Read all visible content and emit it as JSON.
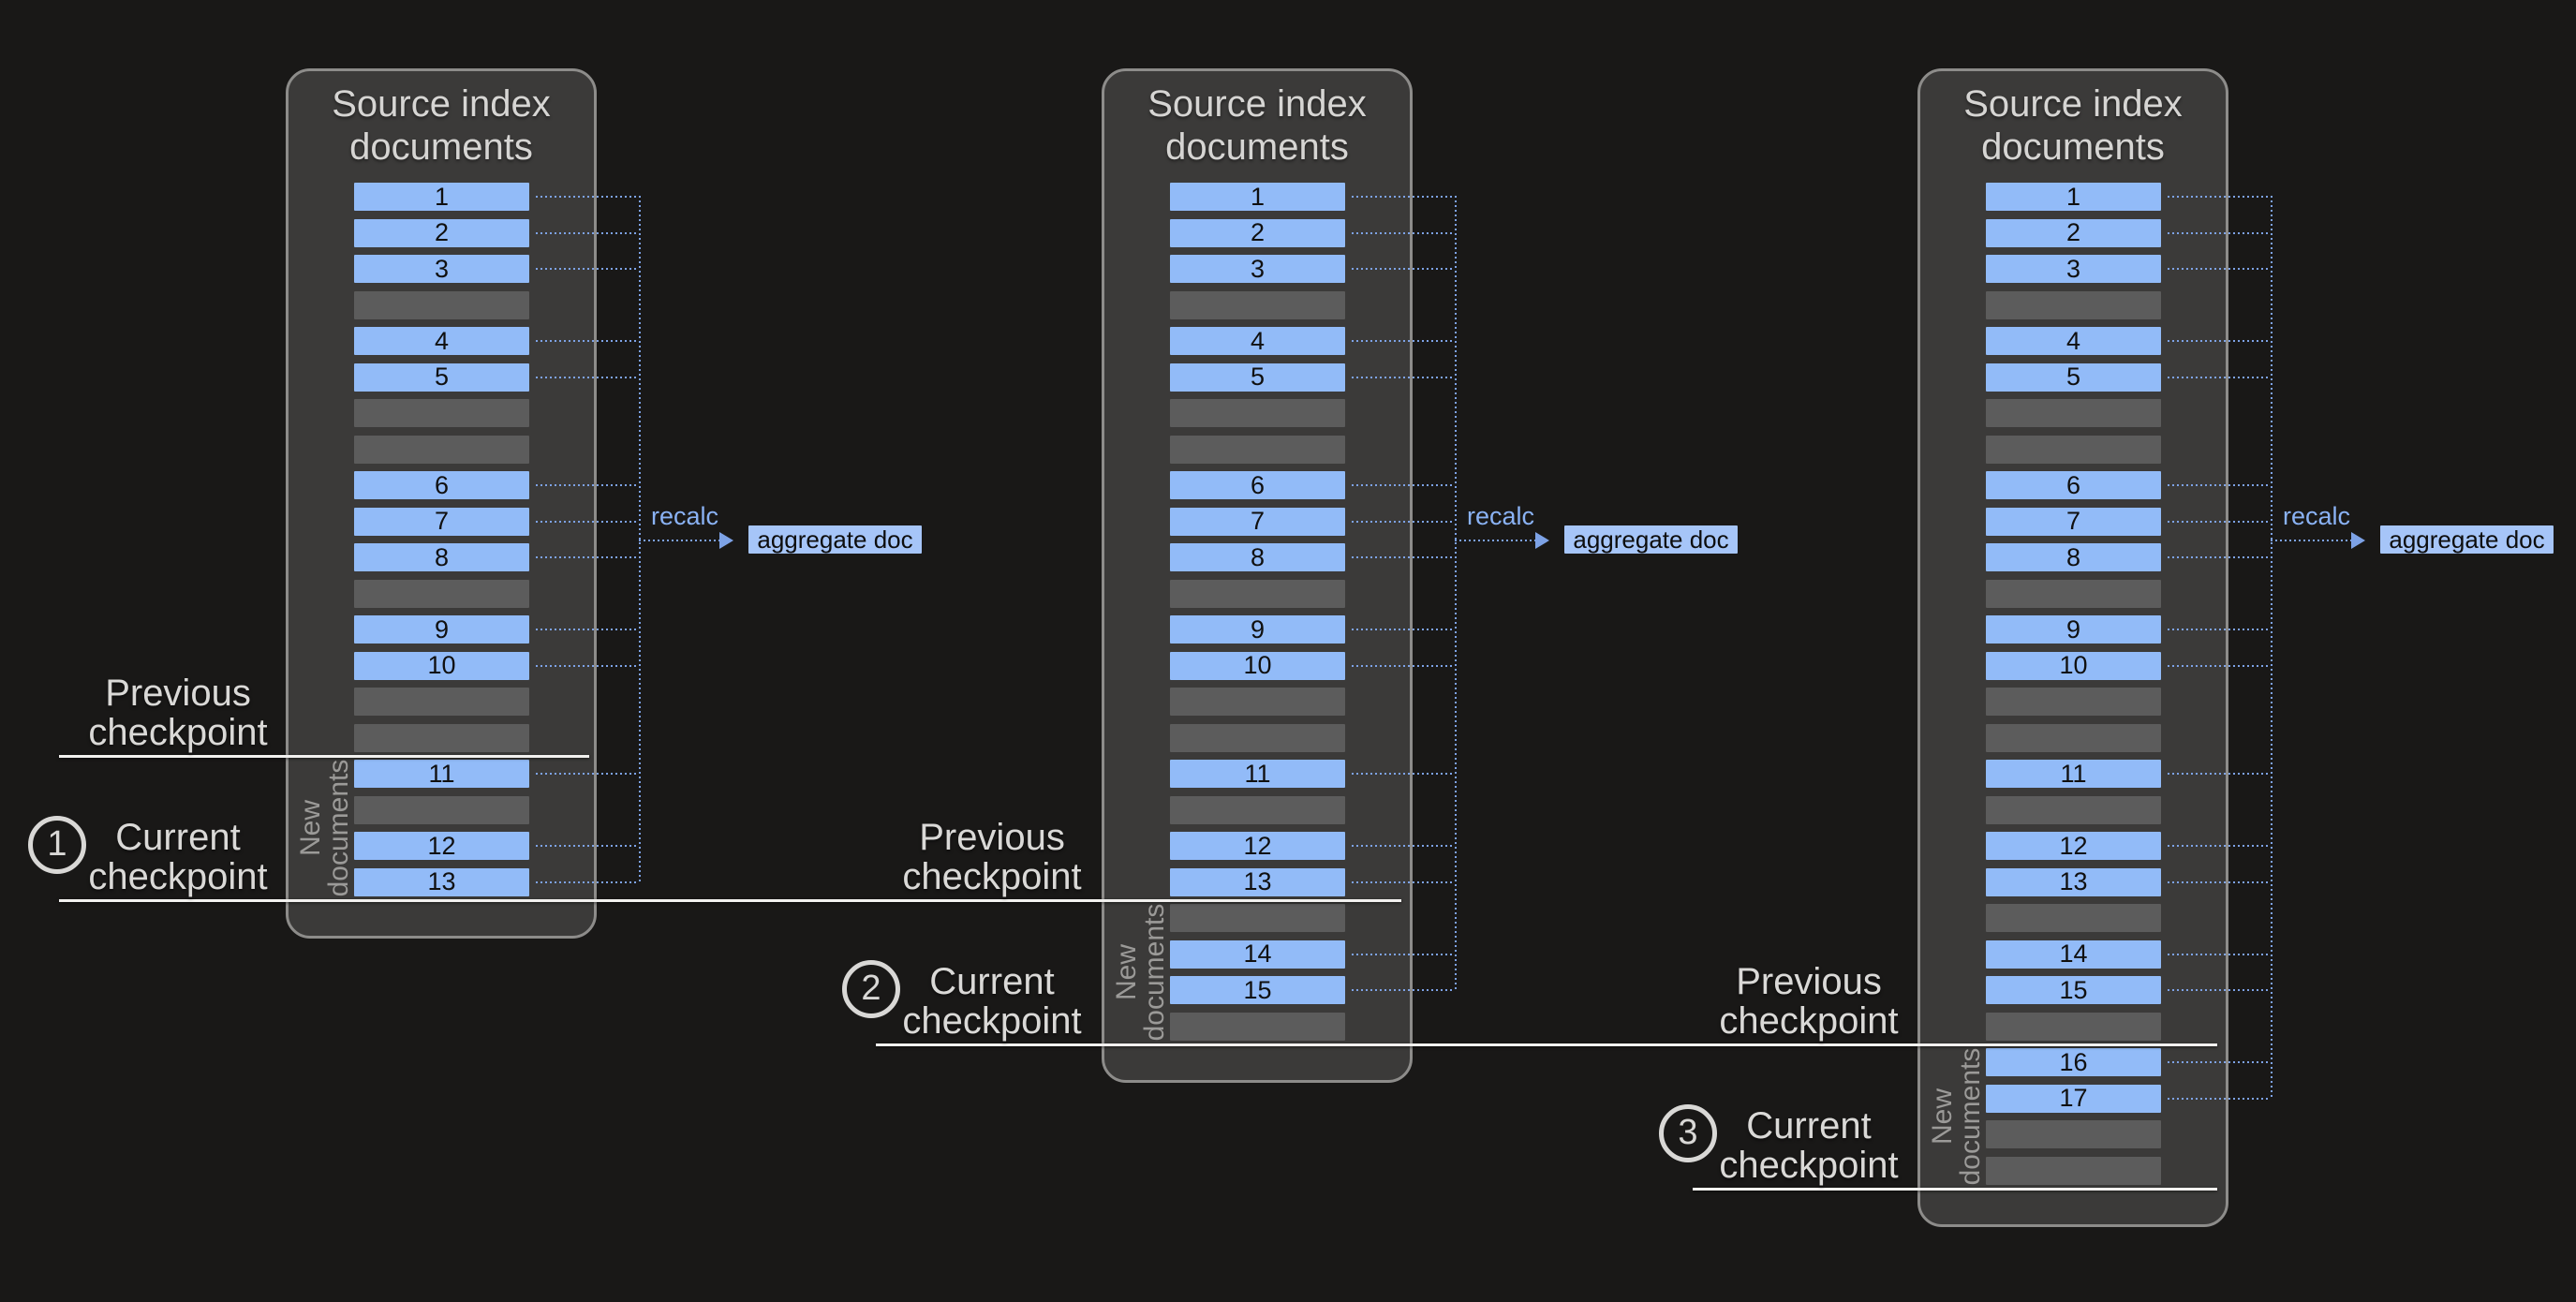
{
  "diagram": {
    "title_lines": [
      "Source index",
      "documents"
    ],
    "recalc_label": "recalc",
    "aggregate_label": "aggregate doc",
    "new_documents_lines": [
      "New",
      "documents"
    ],
    "previous_checkpoint_lines": [
      "Previous",
      "checkpoint"
    ],
    "current_checkpoint_lines": [
      "Current",
      "checkpoint"
    ],
    "panels": [
      {
        "badge": "1",
        "slots": [
          "1",
          "2",
          "3",
          null,
          "4",
          "5",
          null,
          null,
          "6",
          "7",
          "8",
          null,
          "9",
          "10",
          null,
          null,
          "11",
          null,
          "12",
          "13"
        ]
      },
      {
        "badge": "2",
        "slots": [
          "1",
          "2",
          "3",
          null,
          "4",
          "5",
          null,
          null,
          "6",
          "7",
          "8",
          null,
          "9",
          "10",
          null,
          null,
          "11",
          null,
          "12",
          "13",
          null,
          "14",
          "15",
          null
        ]
      },
      {
        "badge": "3",
        "slots": [
          "1",
          "2",
          "3",
          null,
          "4",
          "5",
          null,
          null,
          "6",
          "7",
          "8",
          null,
          "9",
          "10",
          null,
          null,
          "11",
          null,
          "12",
          "13",
          null,
          "14",
          "15",
          null,
          "16",
          "17",
          null,
          null
        ]
      }
    ],
    "colors": {
      "background": "#191817",
      "panel_fill": "#3b3a39",
      "panel_border": "#8d8c8a",
      "doc_row_fill": "#92bbf8",
      "doc_row_text": "#101010",
      "gap_row_fill": "#5c5c5c",
      "dotted_blue": "#7da2e6",
      "recalc_text": "#8ab2f4",
      "aggregate_fill": "#a6c5f8",
      "aggregate_text": "#0d0d0d",
      "checkpoint_line": "#f2f1ef",
      "label_text": "#dad9d7",
      "new_documents_text": "#9b9a98",
      "title_text": "#d6d5d3"
    }
  }
}
